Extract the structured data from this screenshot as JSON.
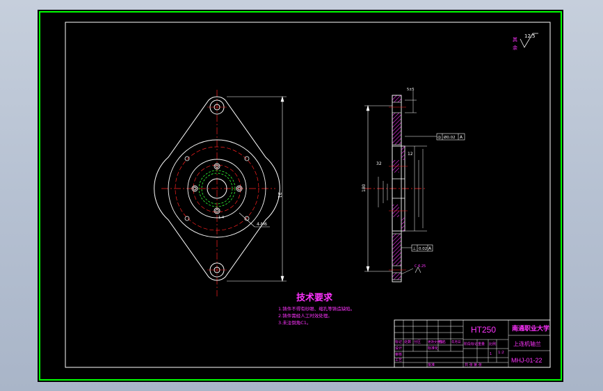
{
  "colors": {
    "outer_frame": "#00ff00",
    "border": "#ffffff",
    "part": "#ffffff",
    "centerline": "#ff2020",
    "hidden": "#33ff33",
    "dimension": "#ffffff",
    "text": "#ff33ff",
    "hatch": "#ff33ff"
  },
  "roughness_note": {
    "label_top": "其",
    "label_bottom": "余",
    "value": "12.5"
  },
  "tech_requirements": {
    "title": "技术要求",
    "lines": [
      "1.铸件不得有砂眼、缩孔等铸造缺陷。",
      "2.铸件需经人工时效处理。",
      "3.未注倒角C1。"
    ]
  },
  "front_view": {
    "dim_height": "31",
    "dim_holes": "4-M6"
  },
  "side_view": {
    "dim_top": "5±5",
    "dim_dia_outer": "180",
    "dim_small": "12",
    "dim_angle": "32",
    "geo_tol_1": {
      "symbol": "◎",
      "value": "Ø0.02",
      "datum": "A"
    },
    "geo_tol_2": {
      "symbol": "⊥",
      "value": "0.02",
      "datum": "A"
    },
    "chamfer_note": "C 6.25"
  },
  "title_block": {
    "material": "HT250",
    "school": "南通职业大学",
    "part_name": "上连机轴兰",
    "drawing_no": "MHJ-01-22",
    "scale": "1:2",
    "sheet": "1",
    "headers": [
      "标记",
      "处数",
      "分区",
      "更改文件号",
      "签名",
      "年月日"
    ],
    "role_design": "设计",
    "role_check": "审核",
    "role_process": "工艺",
    "role_standard": "标准化",
    "role_approve": "批准",
    "col_stage": "阶段标记",
    "col_weight": "重量",
    "col_scale": "比例",
    "col_total": "共 张 第 张"
  }
}
